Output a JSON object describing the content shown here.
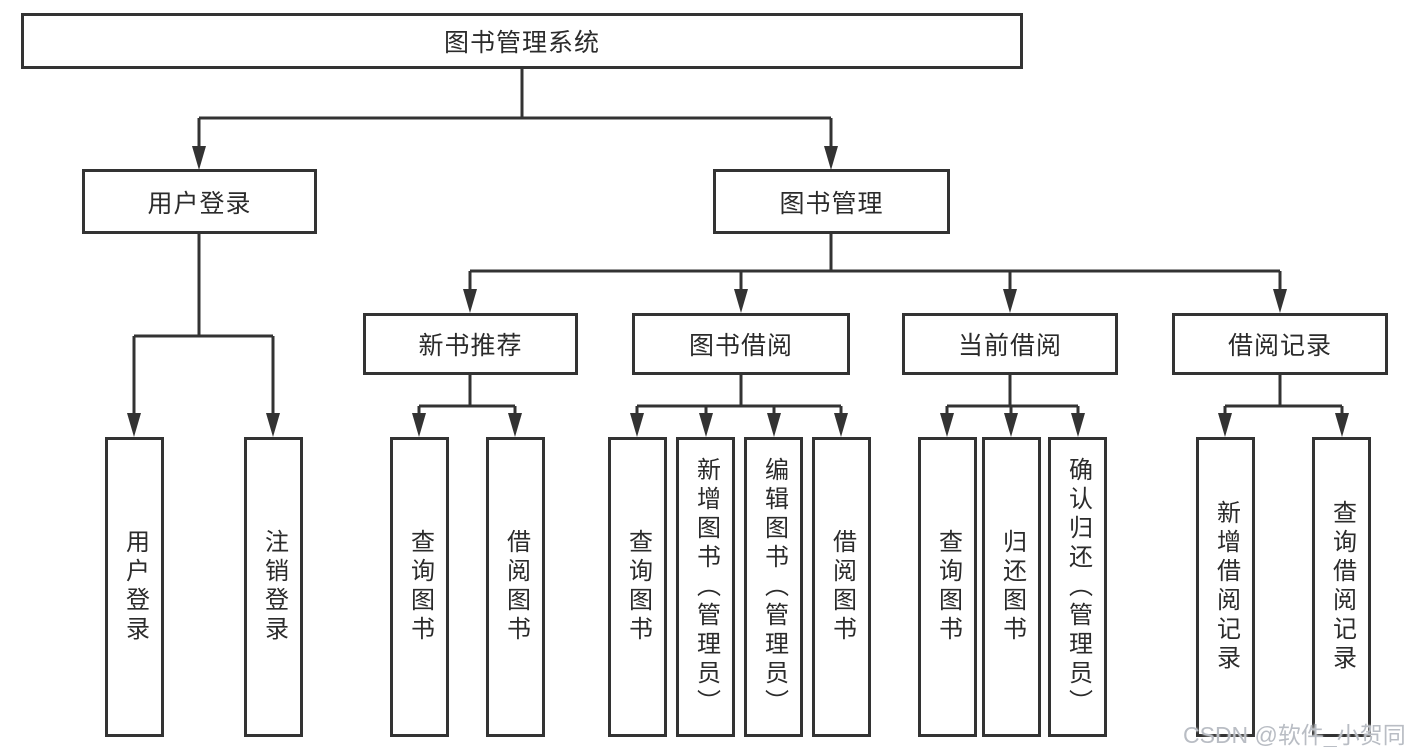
{
  "tree": {
    "root": {
      "label": "图书管理系统"
    },
    "branches": [
      {
        "label": "用户登录",
        "children": [
          {
            "label": "用户登录"
          },
          {
            "label": "注销登录"
          }
        ]
      },
      {
        "label": "图书管理",
        "groups": [
          {
            "label": "新书推荐",
            "children": [
              {
                "label": "查询图书"
              },
              {
                "label": "借阅图书"
              }
            ]
          },
          {
            "label": "图书借阅",
            "children": [
              {
                "label": "查询图书"
              },
              {
                "label": "新增图书（管理员）"
              },
              {
                "label": "编辑图书（管理员）"
              },
              {
                "label": "借阅图书"
              }
            ]
          },
          {
            "label": "当前借阅",
            "children": [
              {
                "label": "查询图书"
              },
              {
                "label": "归还图书"
              },
              {
                "label": "确认归还（管理员）"
              }
            ]
          },
          {
            "label": "借阅记录",
            "children": [
              {
                "label": "新增借阅记录"
              },
              {
                "label": "查询借阅记录"
              }
            ]
          }
        ]
      }
    ]
  },
  "watermark": {
    "text": "CSDN @软件_小贺同学"
  },
  "colors": {
    "line": "#333333",
    "text": "#2b2b2b",
    "watermark": "#b9bdc4",
    "background": "#ffffff"
  }
}
